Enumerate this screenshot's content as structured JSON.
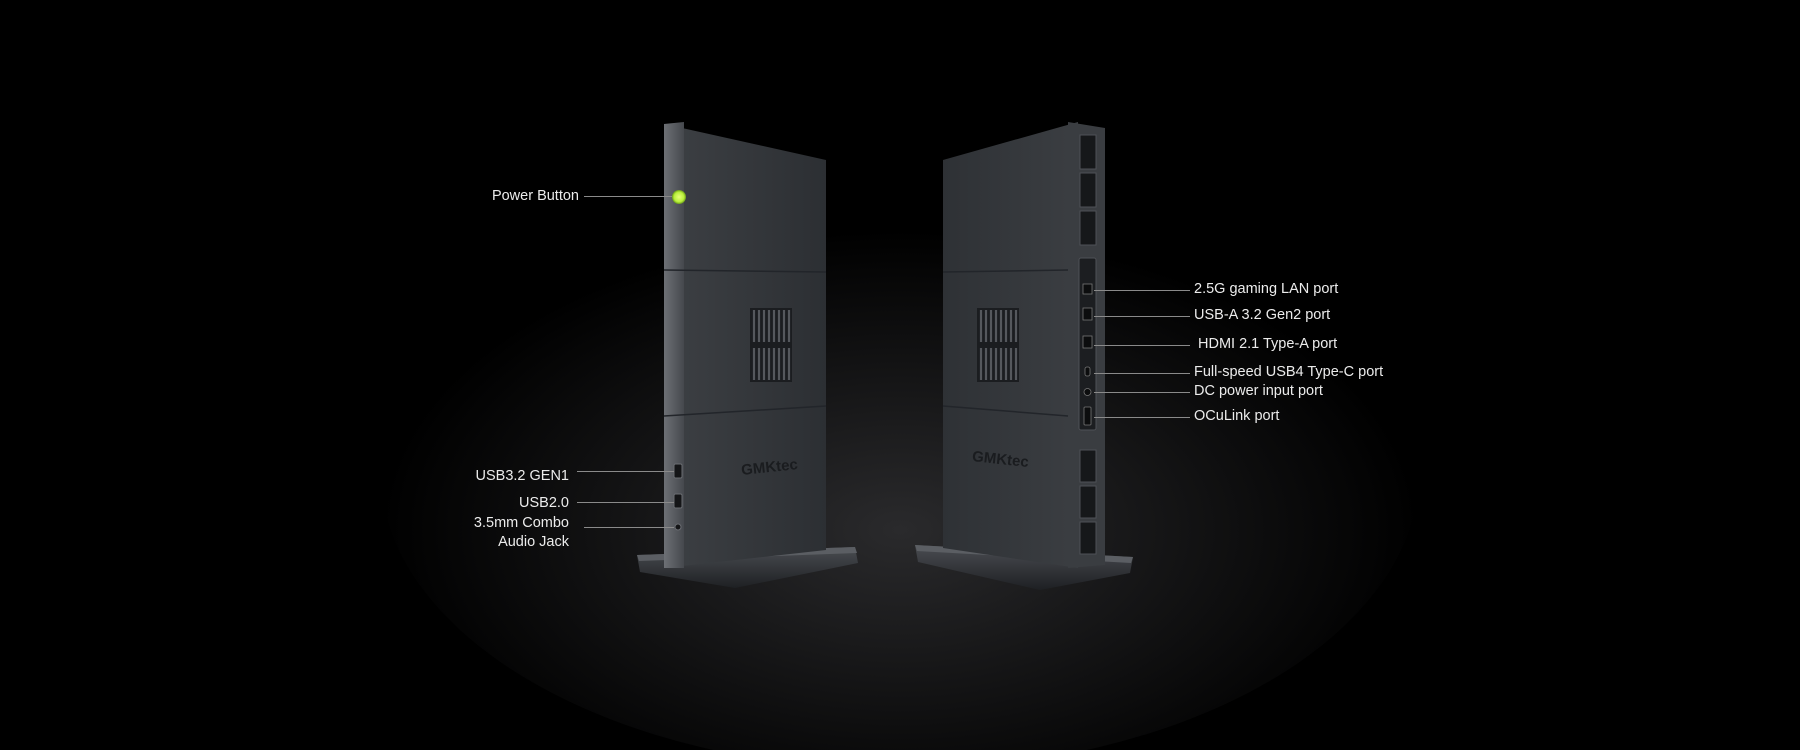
{
  "left_device": {
    "brand": "GMKtec",
    "labels": {
      "power_button": "Power Button",
      "usb32": "USB3.2 GEN1",
      "usb20": "USB2.0",
      "audio_line1": "3.5mm Combo",
      "audio_line2": "Audio Jack"
    }
  },
  "right_device": {
    "brand": "GMKtec",
    "labels": {
      "lan": "2.5G gaming LAN port",
      "usba": "USB-A 3.2 Gen2 port",
      "hdmi": "HDMI 2.1 Type-A port",
      "usb4": "Full-speed USB4 Type-C port",
      "dc": "DC power input port",
      "oculink": "OCuLink port"
    }
  },
  "colors": {
    "background": "#000000",
    "power_led": "#b8f03a",
    "label_text": "#ececec",
    "leader_line": "#8a8a8a"
  },
  "icons": [
    "power-button-icon",
    "vent-grille-icon",
    "usb-port-icon",
    "audio-jack-icon",
    "lan-port-icon",
    "hdmi-port-icon"
  ]
}
